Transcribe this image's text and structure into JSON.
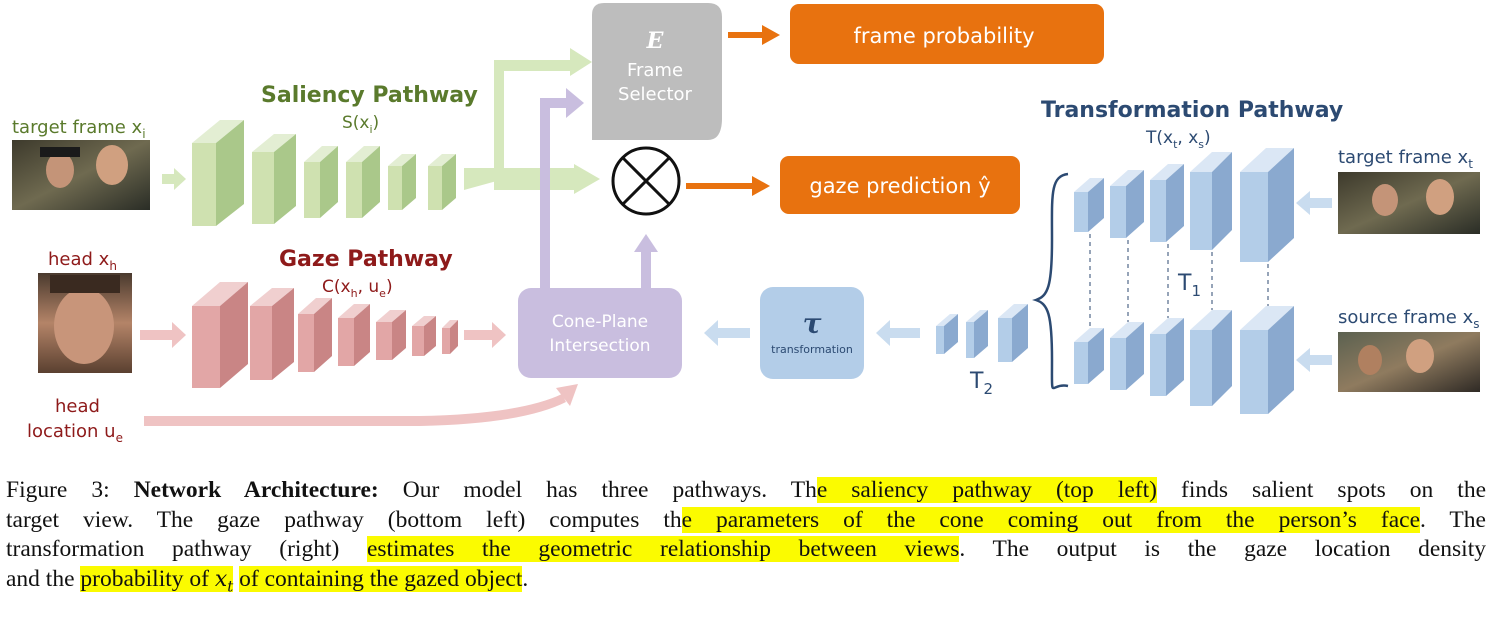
{
  "colors": {
    "saliency": "#5a7a2c",
    "saliency_block": "#cfe1b0",
    "gaze": "#8e1a1a",
    "gaze_block": "#e2a6a6",
    "transform": "#2c4a72",
    "transform_block": "#b3cde8",
    "cone": "#c9bedf",
    "selector": "#bdbdbd",
    "output": "#e8720f",
    "highlight": "#fbfb00"
  },
  "inputs": {
    "target_left": {
      "label": "target frame",
      "sub": "i"
    },
    "head": {
      "label": "head",
      "sub": "h"
    },
    "head_location": {
      "line1": "head",
      "line2": "location",
      "sub": "e"
    },
    "target_right": {
      "label": "target frame",
      "sub": "t"
    },
    "source": {
      "label": "source frame",
      "sub": "s"
    }
  },
  "saliency": {
    "title": "Saliency Pathway",
    "fn": "S(x",
    "sub": "i",
    "close": ")"
  },
  "gaze": {
    "title": "Gaze Pathway",
    "fn": "C(x",
    "sub1": "h",
    "sep": ", u",
    "sub2": "e",
    "close": ")"
  },
  "transformation": {
    "title": "Transformation Pathway",
    "fn": "T(x",
    "sub1": "t",
    "sep": ", x",
    "sub2": "s",
    "close": ")",
    "t1": "T",
    "t1_sub": "1",
    "t2": "T",
    "t2_sub": "2"
  },
  "selector": {
    "symbol": "E",
    "line1": "Frame",
    "line2": "Selector"
  },
  "cone": {
    "line1": "Cone-Plane",
    "line2": "Intersection"
  },
  "tau": {
    "symbol": "τ",
    "label": "transformation"
  },
  "outputs": {
    "frame_probability": "frame probability",
    "gaze_prediction": "gaze prediction ŷ"
  },
  "caption": {
    "l1": {
      "a": "Figure 3: ",
      "b": "Network Architecture:",
      "c": " Our model has three pathways. Th",
      "d": "e saliency pathway (top left)",
      "e": " finds salient spots on the"
    },
    "l2": {
      "a": "target view.  The gaze pathway (bottom left) computes th",
      "b": "e parameters of the cone coming out from the person’s face",
      "c": ".  The"
    },
    "l3": {
      "a": "transformation pathway (right) ",
      "b": "estimates the geometric relationship between views",
      "c": ".  The output is the gaze location density"
    },
    "l4": {
      "a": "and the ",
      "b": "probability of ",
      "m": "x",
      "ms": "t",
      "c": " of containing the gazed object",
      "d": "."
    }
  }
}
